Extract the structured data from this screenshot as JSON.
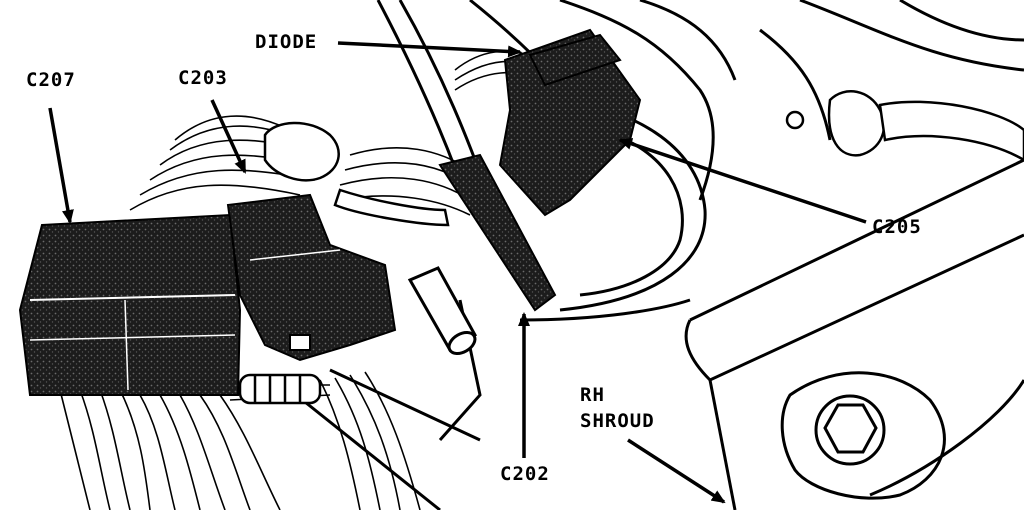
{
  "figure": {
    "labels": {
      "diode": "DIODE",
      "c207": "C207",
      "c203": "C203",
      "c205": "C205",
      "c202": "C202",
      "rh": "RH",
      "shroud": "SHROUD"
    },
    "colors": {
      "ink": "#000000",
      "paper": "#ffffff",
      "connector_fill": "#2a2a2a"
    }
  }
}
